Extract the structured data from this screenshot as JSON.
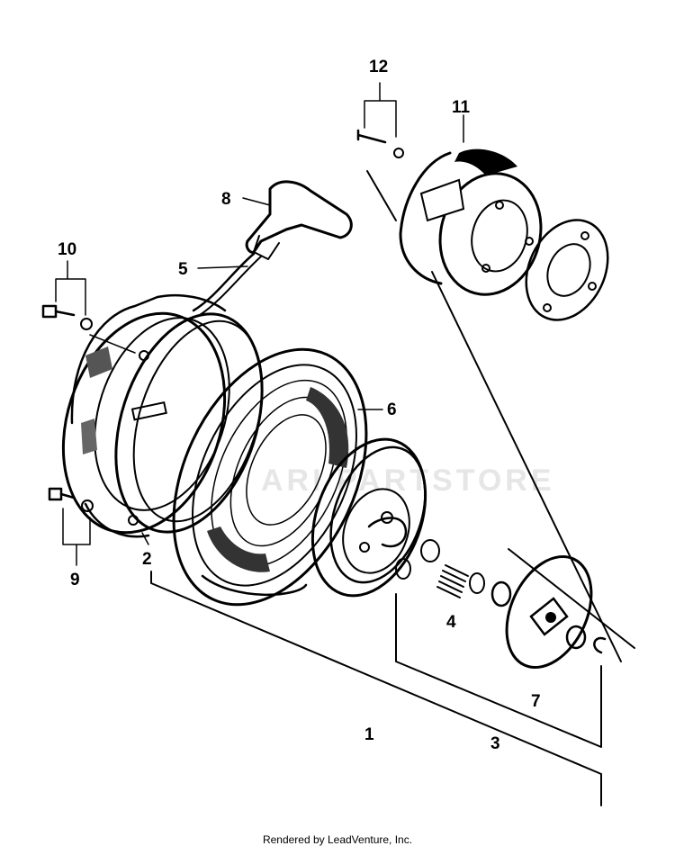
{
  "callouts": {
    "c1": "1",
    "c2": "2",
    "c3": "3",
    "c4": "4",
    "c5": "5",
    "c6": "6",
    "c7": "7",
    "c8": "8",
    "c9": "9",
    "c10": "10",
    "c11": "11",
    "c12": "12"
  },
  "watermark": "ARI PARTSTORE",
  "footer": "Rendered by LeadVenture, Inc."
}
